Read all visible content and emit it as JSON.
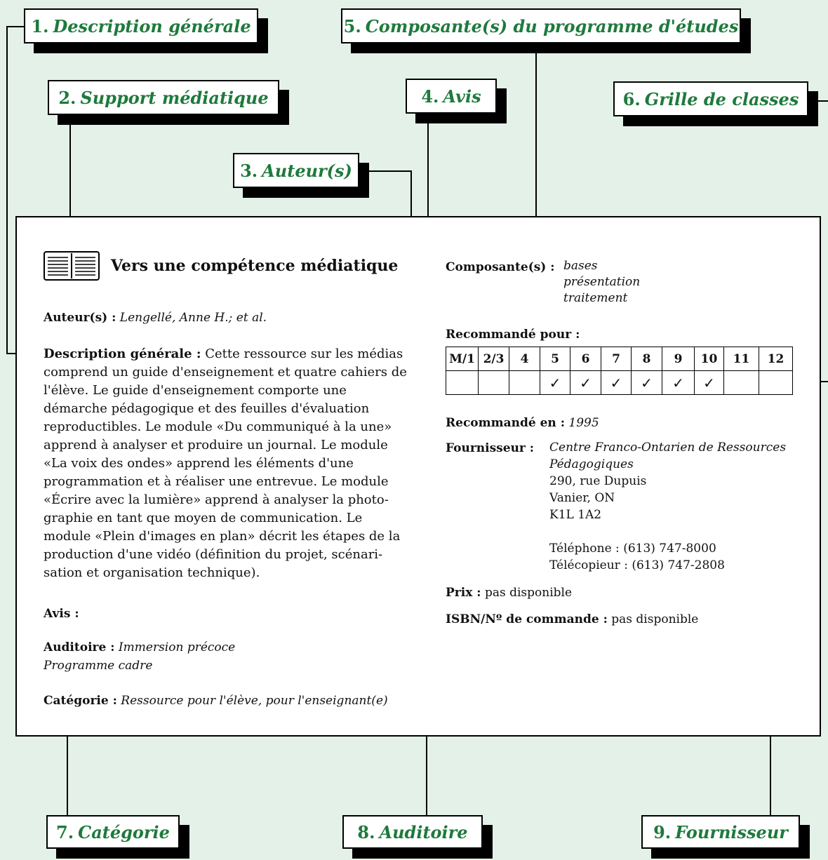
{
  "callouts": {
    "c1": {
      "num": "1.",
      "label": "Description générale"
    },
    "c2": {
      "num": "2.",
      "label": "Support médiatique"
    },
    "c3": {
      "num": "3.",
      "label": "Auteur(s)"
    },
    "c4": {
      "num": "4.",
      "label": "Avis"
    },
    "c5": {
      "num": "5.",
      "label": "Composante(s) du programme d'études"
    },
    "c6": {
      "num": "6.",
      "label": "Grille de classes"
    },
    "c7": {
      "num": "7.",
      "label": "Catégorie"
    },
    "c8": {
      "num": "8.",
      "label": "Auditoire"
    },
    "c9": {
      "num": "9.",
      "label": "Fournisseur"
    }
  },
  "card": {
    "title": "Vers une compétence médiatique",
    "authors_label": "Auteur(s) :",
    "authors_value": "Lengellé, Anne H.; et al.",
    "description_label": "Description générale :",
    "description_text": "Cette ressource sur les médias comprend un guide d'enseignement et quatre cahiers de l'élève. Le guide d'enseignement comporte une démarche pédagogique et des feuilles d'évaluation reproductibles. Le module «Du communiqué à la une» apprend à analyser et produire un journal. Le module «La voix des ondes» apprend les éléments d'une programmation et à réaliser une entrevue. Le module «Écrire avec la lumière» apprend à analyser la photo-graphie en tant que moyen de communication. Le module «Plein d'images en plan» décrit les étapes de la production d'une vidéo (définition du projet, scénari-sation et organisation technique).",
    "review_label": "Avis :",
    "audience_label": "Auditoire :",
    "audience_line1": "Immersion précoce",
    "audience_line2": "Programme cadre",
    "category_label": "Catégorie :",
    "category_value": "Ressource pour l'élève, pour l'enseignant(e)",
    "components_label": "Composante(s) :",
    "components": [
      "bases",
      "présentation",
      "traitement"
    ],
    "recommended_for_label": "Recommandé pour :",
    "grades": [
      "M/1",
      "2/3",
      "4",
      "5",
      "6",
      "7",
      "8",
      "9",
      "10",
      "11",
      "12"
    ],
    "grade_checks": [
      "",
      "",
      "",
      "✓",
      "✓",
      "✓",
      "✓",
      "✓",
      "✓",
      "",
      ""
    ],
    "recommended_in_label": "Recommandé en :",
    "recommended_in_value": "1995",
    "supplier_label": "Fournisseur :",
    "supplier_name_line1": "Centre Franco-Ontarien de Ressources",
    "supplier_name_line2": "Pédagogiques",
    "supplier_addr1": "290, rue Dupuis",
    "supplier_addr2": "Vanier, ON",
    "supplier_addr3": "K1L 1A2",
    "supplier_phone": "Téléphone : (613) 747-8000",
    "supplier_fax": "Télécopieur : (613) 747-2808",
    "price_label": "Prix :",
    "price_value": "pas disponible",
    "isbn_label": "ISBN/Nº de commande :",
    "isbn_value": "pas disponible"
  }
}
